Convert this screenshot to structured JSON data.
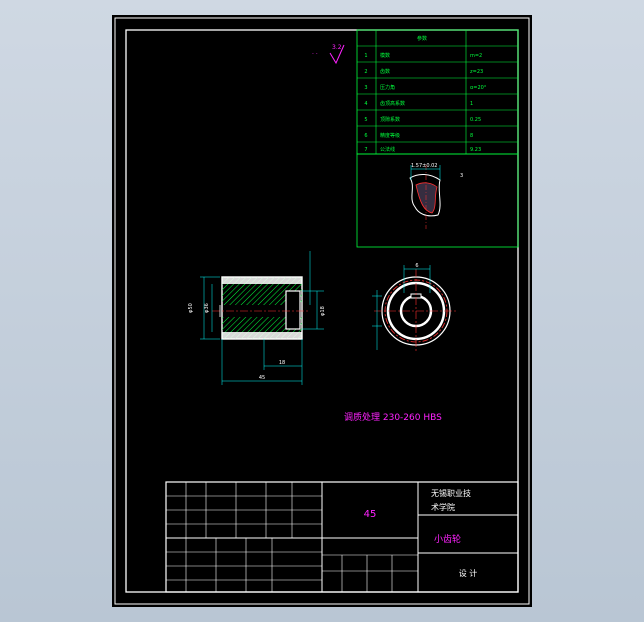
{
  "drawing": {
    "heat_treatment_note": "调质处理 230-260 HBS",
    "surface_roughness_mark": "3.2",
    "gear_param_table": {
      "header": "参数",
      "rows": [
        {
          "index": "1",
          "name": "模数",
          "value": "m=2"
        },
        {
          "index": "2",
          "name": "齿数",
          "value": "z=23"
        },
        {
          "index": "3",
          "name": "压力角",
          "value": "α=20°"
        },
        {
          "index": "4",
          "name": "齿顶高系数",
          "value": "1"
        },
        {
          "index": "5",
          "name": "顶隙系数",
          "value": "0.25"
        },
        {
          "index": "6",
          "name": "精度等级",
          "value": "8"
        },
        {
          "index": "7",
          "name": "公法线",
          "value": "9.23"
        }
      ]
    },
    "detail_view": {
      "tolerance": "1.57±0.02",
      "label": "3"
    },
    "section_view": {
      "dia_outer": "φ50",
      "dia_inner": "φ36",
      "bore": "φ18",
      "length_total": "45",
      "length_hub": "18"
    },
    "front_view": {
      "keyway": "6"
    }
  },
  "title_block": {
    "material": "45",
    "school_line1": "无锡职业技",
    "school_line2": "术学院",
    "part_name": "小齿轮",
    "drawing_label": "设  计"
  },
  "colors": {
    "green": "#00ff3c",
    "magenta": "#ff22ff",
    "white": "#ffffff",
    "red": "#ff3030",
    "yellow": "#ffff00",
    "cyan": "#00ffff"
  }
}
